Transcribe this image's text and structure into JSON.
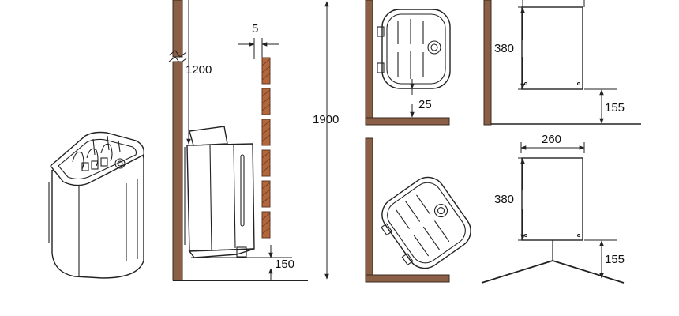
{
  "colors": {
    "wall": "#8a5f45",
    "wall_dark": "#3b2a20",
    "line": "#222222",
    "stone": "#b5653a"
  },
  "dimensions": {
    "side_gap": "5",
    "top_clearance": "1200",
    "total_height": "1900",
    "floor_clearance": "150",
    "wall_gap_corner": "25",
    "heater_height_flat": "380",
    "bottom_clearance_flat": "155",
    "heater_width_corner": "260",
    "heater_height_corner": "380",
    "bottom_clearance_corner": "155"
  }
}
